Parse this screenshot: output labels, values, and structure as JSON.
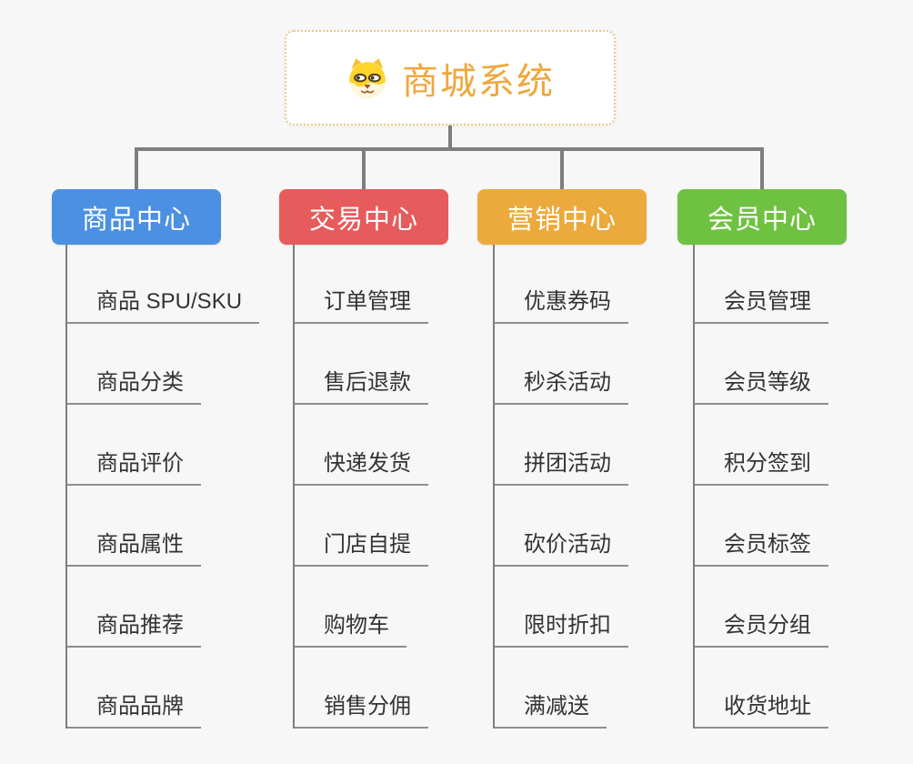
{
  "root": {
    "title": "商城系统",
    "icon": "shiba-dog-icon"
  },
  "branches": [
    {
      "id": "products",
      "label": "商品中心",
      "color": "#4B90E2",
      "children": [
        "商品 SPU/SKU",
        "商品分类",
        "商品评价",
        "商品属性",
        "商品推荐",
        "商品品牌"
      ]
    },
    {
      "id": "trade",
      "label": "交易中心",
      "color": "#E65B5B",
      "children": [
        "订单管理",
        "售后退款",
        "快递发货",
        "门店自提",
        "购物车",
        "销售分佣"
      ]
    },
    {
      "id": "marketing",
      "label": "营销中心",
      "color": "#ECAA3C",
      "children": [
        "优惠券码",
        "秒杀活动",
        "拼团活动",
        "砍价活动",
        "限时折扣",
        "满减送"
      ]
    },
    {
      "id": "members",
      "label": "会员中心",
      "color": "#6FC142",
      "children": [
        "会员管理",
        "会员等级",
        "积分签到",
        "会员标签",
        "会员分组",
        "收货地址"
      ]
    }
  ],
  "colors": {
    "background": "#F7F7F7",
    "root_text": "#F0A73D",
    "root_border": "#EDC687",
    "connector": "#7E7E7E",
    "leaf_underline": "#8E8E8E",
    "leaf_text": "#333333"
  }
}
